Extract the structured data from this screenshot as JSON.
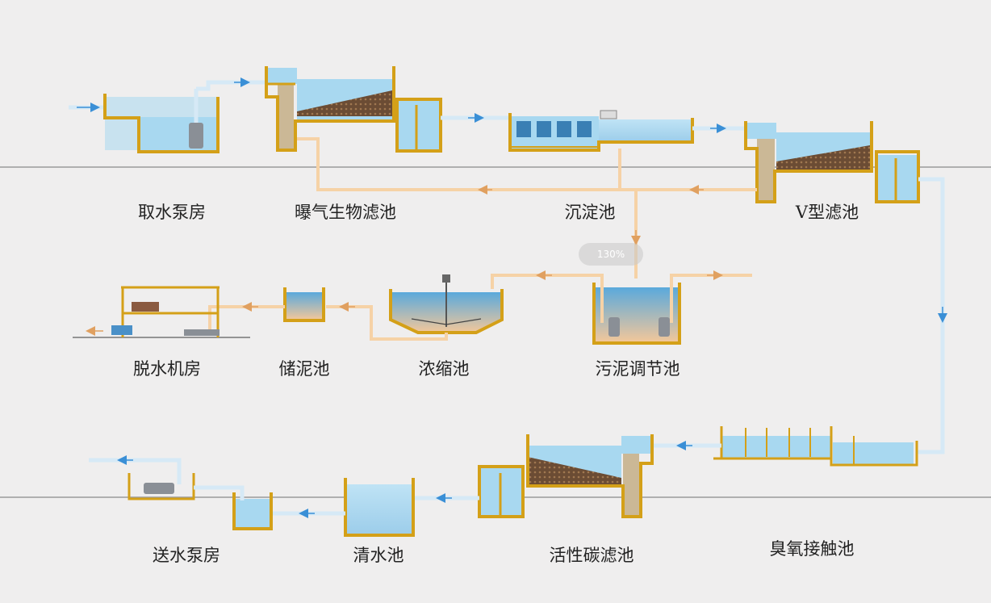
{
  "zoom_indicator": "130%",
  "stages": {
    "intake_pump_house": "取水泵房",
    "biological_aerated_filter": "曝气生物滤池",
    "sedimentation_tank": "沉淀池",
    "v_type_filter": "V型滤池",
    "dewatering_room": "脱水机房",
    "sludge_storage_tank": "储泥池",
    "thickening_tank": "浓缩池",
    "sludge_regulating_tank": "污泥调节池",
    "delivery_pump_house": "送水泵房",
    "clear_water_tank": "清水池",
    "activated_carbon_filter": "活性碳滤池",
    "ozone_contact_tank": "臭氧接触池"
  },
  "colors": {
    "background": "#efeeee",
    "wall": "#d4a018",
    "water": "#a8d8f0",
    "pipe": "#f6d2a6",
    "clean_pipe": "#d6e9f6",
    "flow_arrow": "#3a8fd6",
    "ground_line": "#9a9a9a",
    "media": "#6b4c34"
  }
}
